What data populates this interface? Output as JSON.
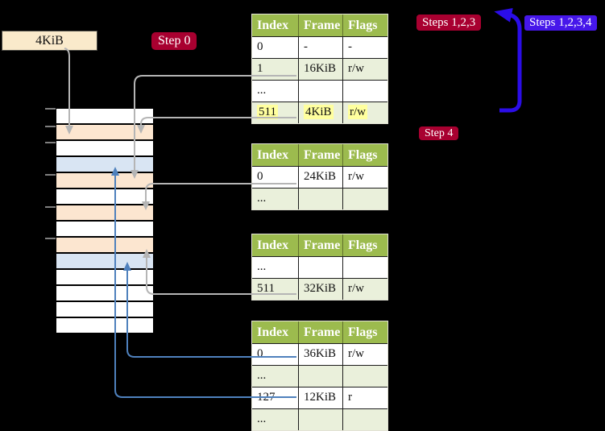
{
  "frame_label": "4KiB",
  "badges": {
    "step0": "Step 0",
    "steps123": "Steps 1,2,3",
    "steps1234": "Steps 1,2,3,4",
    "step4": "Step 4"
  },
  "tables": {
    "columns": [
      "Index",
      "Frame",
      "Flags"
    ],
    "table1": {
      "highlight_row_index": 3,
      "rows": [
        [
          "0",
          "-",
          "-"
        ],
        [
          "1",
          "16KiB",
          "r/w"
        ],
        [
          "...",
          "",
          ""
        ],
        [
          "511",
          "4KiB",
          "r/w"
        ]
      ]
    },
    "table2": {
      "rows": [
        [
          "0",
          "24KiB",
          "r/w"
        ],
        [
          "...",
          "",
          ""
        ]
      ]
    },
    "table3": {
      "rows": [
        [
          "...",
          "",
          ""
        ],
        [
          "511",
          "32KiB",
          "r/w"
        ]
      ]
    },
    "table4": {
      "rows": [
        [
          "0",
          "36KiB",
          "r/w"
        ],
        [
          "...",
          "",
          ""
        ],
        [
          "127",
          "12KiB",
          "r"
        ],
        [
          "...",
          "",
          ""
        ]
      ]
    }
  },
  "memory_column": {
    "rows": [
      "white",
      "peach",
      "white",
      "blue",
      "peach",
      "white",
      "peach",
      "white",
      "peach",
      "blue",
      "white",
      "white",
      "white",
      "white"
    ]
  },
  "colors": {
    "badge_red": "#A80030",
    "badge_blue": "#4617EA",
    "big_arrow_blue": "#2B0DE8",
    "arrow_gray": "#B5B5B5",
    "arrow_steel_blue": "#4F81BD",
    "table_header_green": "#9CBB4E",
    "table_shade_green": "#EAF0DB",
    "memory_peach": "#FCE6D0",
    "memory_blue": "#D9E5F3",
    "highlight_yellow": "#FFFF9E",
    "label_box_bg": "#FAEACB"
  }
}
